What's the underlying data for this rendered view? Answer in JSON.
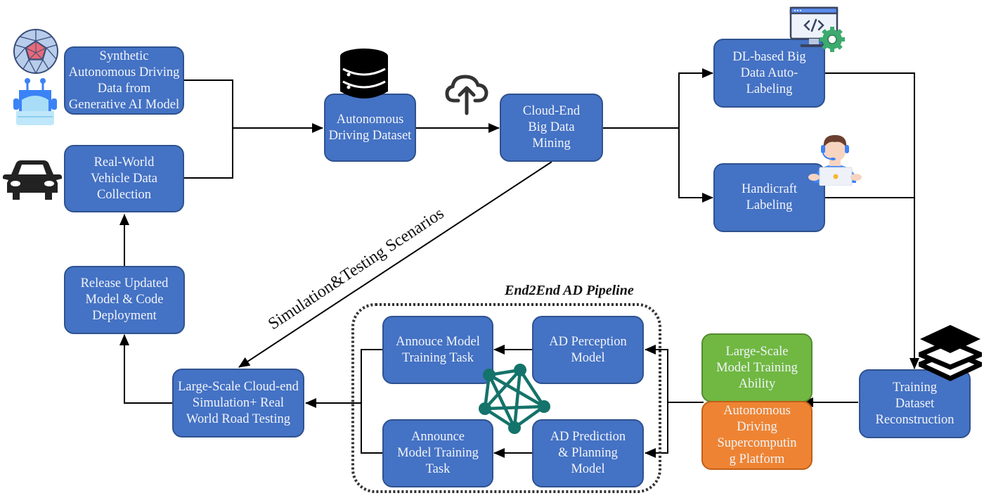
{
  "diagram": {
    "nodes": {
      "synthetic": "Synthetic\nAutonomous Driving\nData from\nGenerative AI Model",
      "real_world": "Real-World\nVehicle Data\nCollection",
      "dataset": "Autonomous\nDriving Dataset",
      "cloud_mining": "Cloud-End\nBig Data\nMining",
      "dl_labeling": "DL-based Big\nData Auto-\nLabeling",
      "handicraft": "Handicraft\nLabeling",
      "release": "Release Updated\nModel & Code\nDeployment",
      "simulation": "Large-Scale Cloud-end\nSimulation+ Real\nWorld Road Testing",
      "announce_top": "Annouce Model\nTraining Task",
      "perception": "AD Perception\nModel",
      "announce_bottom": "Announce\nModel Training\nTask",
      "prediction": "AD Prediction\n& Planning\nModel",
      "training_ability": "Large-Scale\nModel Training\nAbility",
      "supercomputing": "Autonomous\nDriving\nSupercomputin\ng Platform",
      "reconstruction": "Training\nDataset\nReconstruction"
    },
    "pipeline_title": "End2End AD Pipeline",
    "edge_label": "Simulation&Testing Scenarios",
    "icons": [
      "generative-ai-polyhedron-icon",
      "robot-car-icon",
      "car-icon",
      "database-icon",
      "cloud-upload-icon",
      "code-monitor-gear-icon",
      "operator-headset-icon",
      "network-graph-icon",
      "layers-icon"
    ],
    "colors": {
      "box_blue": "#4472C4",
      "box_green": "#70B842",
      "box_orange": "#EE8433",
      "network_teal": "#14736A"
    }
  }
}
